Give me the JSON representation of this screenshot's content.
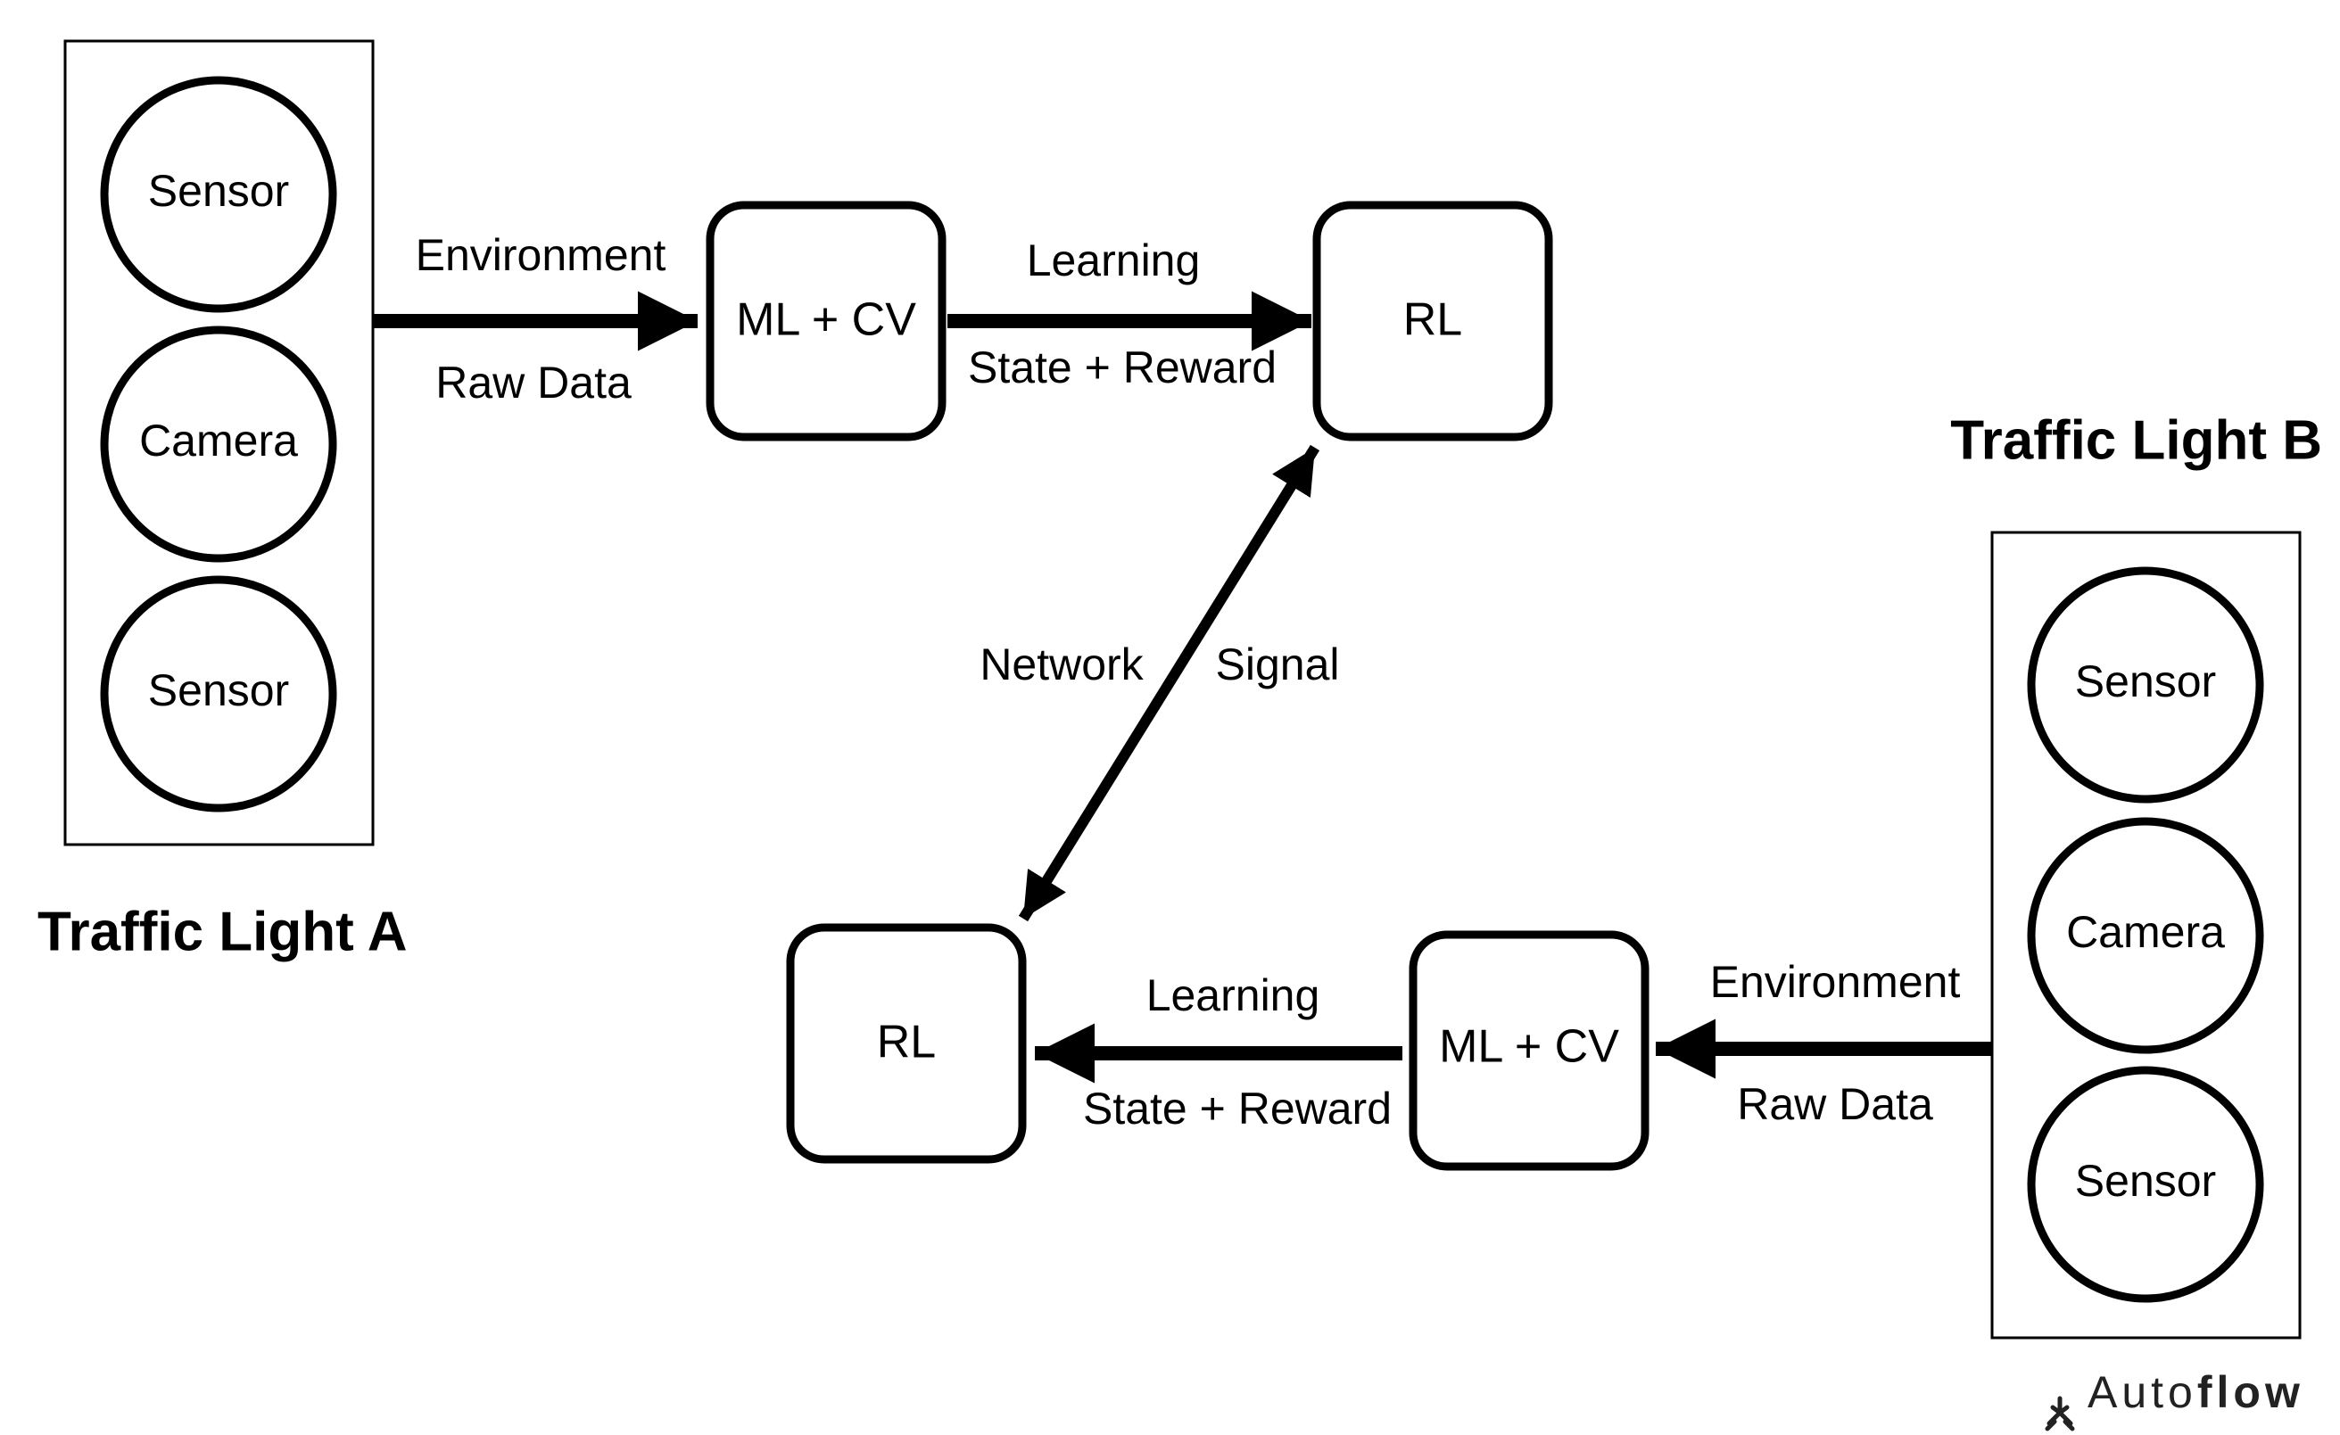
{
  "traffic_light_a": {
    "title": "Traffic Light A",
    "nodes": [
      "Sensor",
      "Camera",
      "Sensor"
    ]
  },
  "traffic_light_b": {
    "title": "Traffic Light B",
    "nodes": [
      "Sensor",
      "Camera",
      "Sensor"
    ]
  },
  "pipeline_a": {
    "ml_box": "ML + CV",
    "rl_box": "RL",
    "input_label_top": "Environment",
    "input_label_bottom": "Raw Data",
    "output_label_top": "Learning",
    "output_label_bottom": "State + Reward"
  },
  "pipeline_b": {
    "ml_box": "ML + CV",
    "rl_box": "RL",
    "input_label_top": "Environment",
    "input_label_bottom": "Raw Data",
    "output_label_top": "Learning",
    "output_label_bottom": "State + Reward"
  },
  "link": {
    "left_label": "Network",
    "right_label": "Signal"
  },
  "brand": {
    "prefix": "Auto",
    "suffix": "flow",
    "icon": "autoflow-logo-icon"
  },
  "colors": {
    "stroke": "#000000",
    "background": "#ffffff"
  }
}
